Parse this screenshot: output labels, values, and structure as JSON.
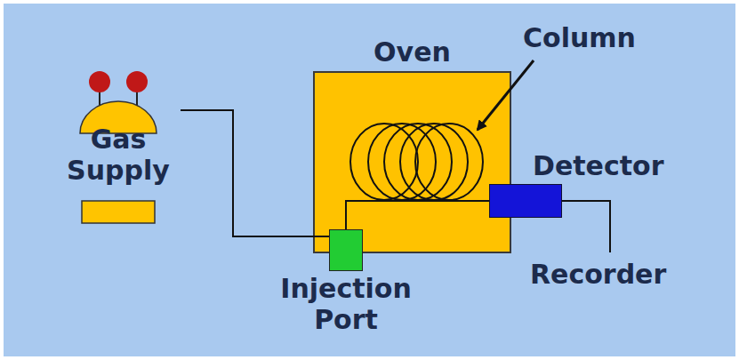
{
  "diagram": {
    "nodes": [
      {
        "text": [
          "Gas Supply"
        ]
      },
      {
        "text": [
          "Oven"
        ]
      },
      {
        "text": [
          "Detector"
        ]
      },
      {
        "text": [
          "Injection Port"
        ]
      }
    ],
    "edges": [
      {
        "from": 0,
        "to": 3,
        "arrow": "none"
      },
      {
        "from": 3,
        "to": 2,
        "arrow": "none"
      }
    ],
    "labels": [
      "Column",
      "Recorder"
    ]
  }
}
